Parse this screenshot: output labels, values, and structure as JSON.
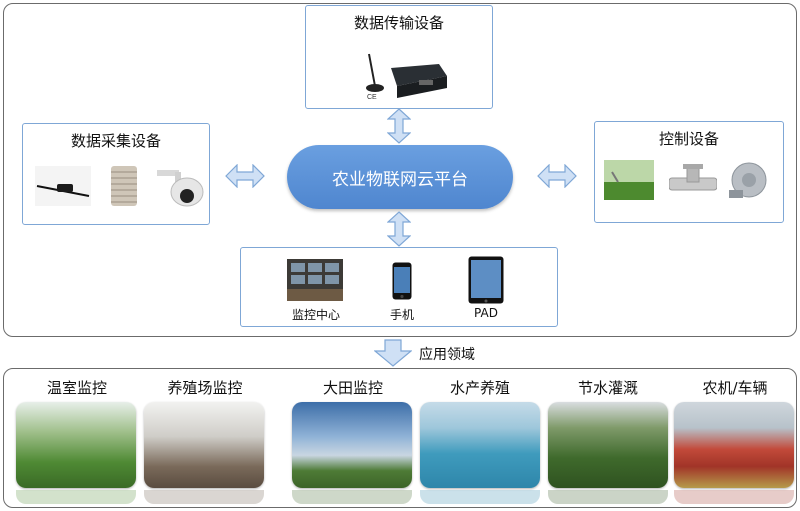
{
  "platform": {
    "label": "农业物联网云平台"
  },
  "boxes": {
    "transmission": {
      "title": "数据传输设备"
    },
    "collection": {
      "title": "数据采集设备"
    },
    "control": {
      "title": "控制设备"
    }
  },
  "terminals": [
    {
      "label": "监控中心"
    },
    {
      "label": "手机"
    },
    {
      "label": "PAD"
    }
  ],
  "application": {
    "label": "应用领域"
  },
  "domains": [
    {
      "title": "温室监控"
    },
    {
      "title": "养殖场监控"
    },
    {
      "title": "大田监控"
    },
    {
      "title": "水产养殖"
    },
    {
      "title": "节水灌溉"
    },
    {
      "title": "农机/车辆"
    }
  ],
  "colors": {
    "accent": "#4f86cf",
    "box_border": "#7fa7d6",
    "arrow": "#a9c6ea",
    "frame": "#6b6b6b"
  }
}
